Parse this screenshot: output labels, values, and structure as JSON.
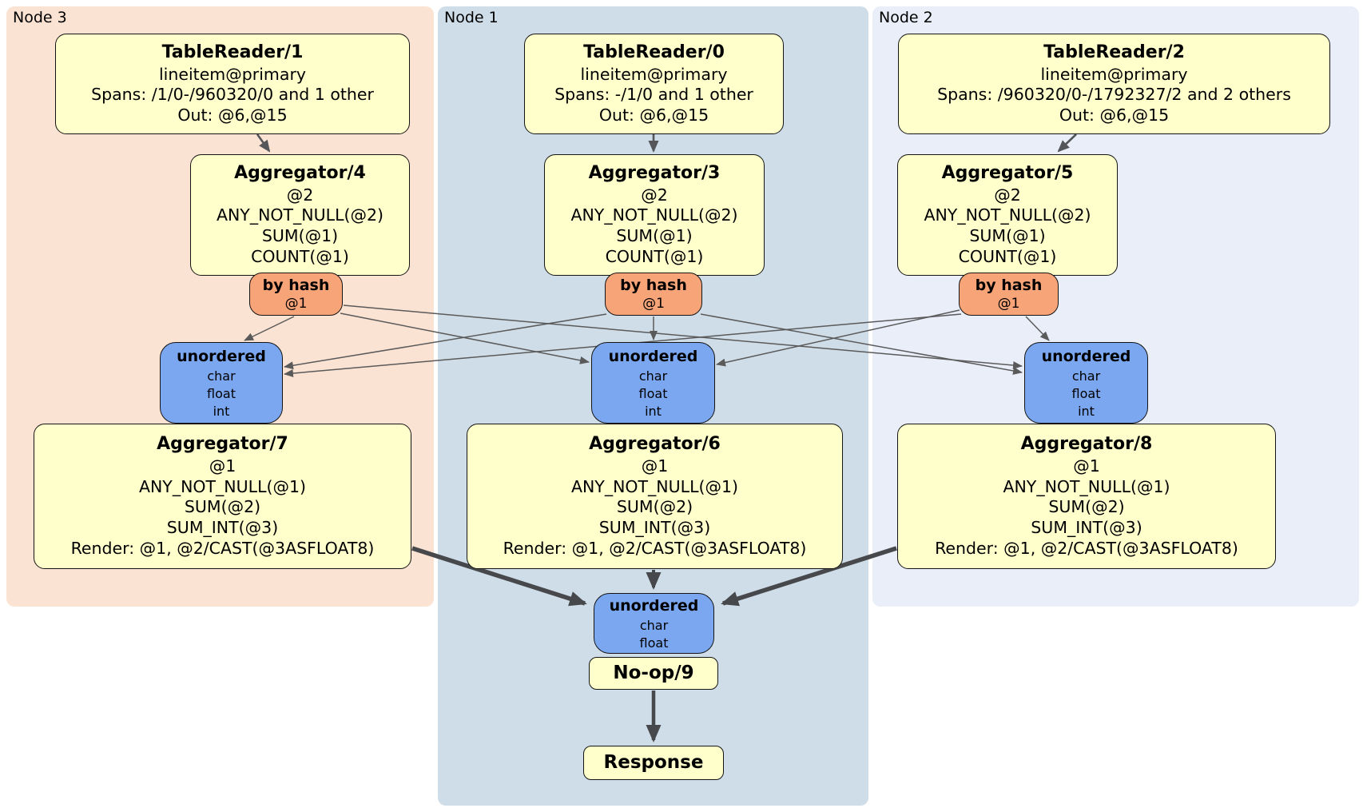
{
  "regions": {
    "node3": {
      "label": "Node 3"
    },
    "node1": {
      "label": "Node 1"
    },
    "node2": {
      "label": "Node 2"
    }
  },
  "processors": {
    "tr1": {
      "title": "TableReader/1",
      "lines": [
        "lineitem@primary",
        "Spans: /1/0-/960320/0 and 1 other",
        "Out: @6,@15"
      ]
    },
    "tr0": {
      "title": "TableReader/0",
      "lines": [
        "lineitem@primary",
        "Spans: -/1/0 and 1 other",
        "Out: @6,@15"
      ]
    },
    "tr2": {
      "title": "TableReader/2",
      "lines": [
        "lineitem@primary",
        "Spans: /960320/0-/1792327/2 and 2 others",
        "Out: @6,@15"
      ]
    },
    "agg4": {
      "title": "Aggregator/4",
      "lines": [
        "@2",
        "ANY_NOT_NULL(@2)",
        "SUM(@1)",
        "COUNT(@1)"
      ]
    },
    "agg3": {
      "title": "Aggregator/3",
      "lines": [
        "@2",
        "ANY_NOT_NULL(@2)",
        "SUM(@1)",
        "COUNT(@1)"
      ]
    },
    "agg5": {
      "title": "Aggregator/5",
      "lines": [
        "@2",
        "ANY_NOT_NULL(@2)",
        "SUM(@1)",
        "COUNT(@1)"
      ]
    },
    "agg7": {
      "title": "Aggregator/7",
      "lines": [
        "@1",
        "ANY_NOT_NULL(@1)",
        "SUM(@2)",
        "SUM_INT(@3)",
        "Render: @1, @2/CAST(@3ASFLOAT8)"
      ]
    },
    "agg6": {
      "title": "Aggregator/6",
      "lines": [
        "@1",
        "ANY_NOT_NULL(@1)",
        "SUM(@2)",
        "SUM_INT(@3)",
        "Render: @1, @2/CAST(@3ASFLOAT8)"
      ]
    },
    "agg8": {
      "title": "Aggregator/8",
      "lines": [
        "@1",
        "ANY_NOT_NULL(@1)",
        "SUM(@2)",
        "SUM_INT(@3)",
        "Render: @1, @2/CAST(@3ASFLOAT8)"
      ]
    },
    "noop": {
      "title": "No-op/9"
    },
    "response": {
      "title": "Response"
    }
  },
  "routers": {
    "hash3": {
      "title": "by hash",
      "key": "@1"
    },
    "hash1": {
      "title": "by hash",
      "key": "@1"
    },
    "hash2": {
      "title": "by hash",
      "key": "@1"
    }
  },
  "streams": {
    "un3": {
      "title": "unordered",
      "types": [
        "char",
        "float",
        "int"
      ]
    },
    "un1": {
      "title": "unordered",
      "types": [
        "char",
        "float",
        "int"
      ]
    },
    "un2": {
      "title": "unordered",
      "types": [
        "char",
        "float",
        "int"
      ]
    },
    "unfinal": {
      "title": "unordered",
      "types": [
        "char",
        "float"
      ]
    }
  },
  "colors": {
    "node3_bg": "#fbe3d3",
    "node1_bg": "#cfdde8",
    "node2_bg": "#e9eef9",
    "processor_fill": "#ffffcc",
    "hash_router_fill": "#f7a478",
    "stream_fill": "#7aa7f0",
    "edge_thin": "#5a5a5a",
    "edge_thick": "#47484b"
  }
}
